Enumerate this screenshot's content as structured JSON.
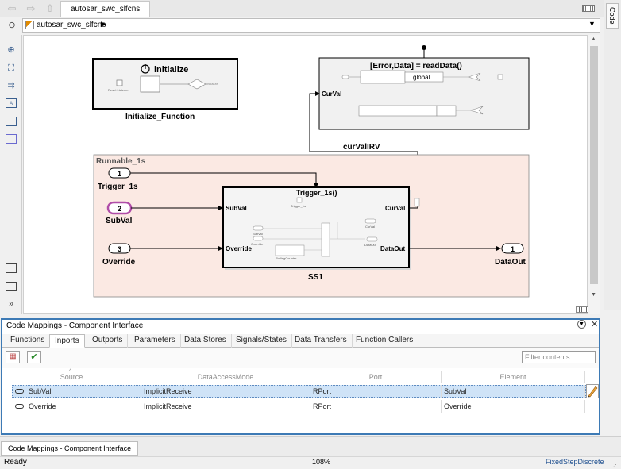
{
  "window": {
    "tab_title": "autosar_swc_slfcns",
    "code_tab": "Code"
  },
  "address": {
    "model": "autosar_swc_slfcns"
  },
  "icons": {
    "back": "arrow-left-icon",
    "forward": "arrow-right-icon",
    "up": "arrow-up-icon",
    "keyboard": "keyboard-icon",
    "left_tools": [
      "zoom-icon",
      "fit-view-icon",
      "signal-arrow-icon",
      "annotation-icon",
      "image-icon",
      "area-icon",
      "screenshot-icon",
      "block-icon",
      "expand-icon"
    ]
  },
  "diagram": {
    "init_func": {
      "title": "initialize",
      "caption": "Initialize_Function",
      "inner_left": "Reset Listener",
      "inner_right": "Initialize"
    },
    "read_func": {
      "title": "[Error,Data] = readData()",
      "port": "CurVal",
      "global_label": "global"
    },
    "irv_label": "curValIRV",
    "runnable": {
      "name": "Runnable_1s",
      "inports": [
        {
          "num": "1",
          "name": "Trigger_1s"
        },
        {
          "num": "2",
          "name": "SubVal"
        },
        {
          "num": "3",
          "name": "Override"
        }
      ],
      "outport": {
        "num": "1",
        "name": "DataOut"
      },
      "subsystem": {
        "title": "Trigger_1s()",
        "caption": "SS1",
        "in_subval": "SubVal",
        "in_override": "Override",
        "out_curval": "CurVal",
        "out_dataout": "DataOut",
        "inner_trigger": "Trigger_1s",
        "inner_subval": "SubVal",
        "inner_override": "Override",
        "inner_curval": "CurVal",
        "inner_dataout": "DataOut",
        "inner_counter": "RollingCounter"
      }
    }
  },
  "panel": {
    "title": "Code Mappings - Component Interface",
    "tabs": [
      "Functions",
      "Inports",
      "Outports",
      "Parameters",
      "Data Stores",
      "Signals/States",
      "Data Transfers",
      "Function Callers"
    ],
    "active_tab": "Inports",
    "filter_placeholder": "Filter contents",
    "columns": [
      "Source",
      "DataAccessMode",
      "Port",
      "Element"
    ],
    "rows": [
      {
        "source": "SubVal",
        "mode": "ImplicitReceive",
        "port": "RPort",
        "element": "SubVal"
      },
      {
        "source": "Override",
        "mode": "ImplicitReceive",
        "port": "RPort",
        "element": "Override"
      }
    ]
  },
  "bottom_tab": "Code Mappings - Component Interface",
  "status": {
    "ready": "Ready",
    "zoom": "108%",
    "solver": "FixedStepDiscrete"
  }
}
